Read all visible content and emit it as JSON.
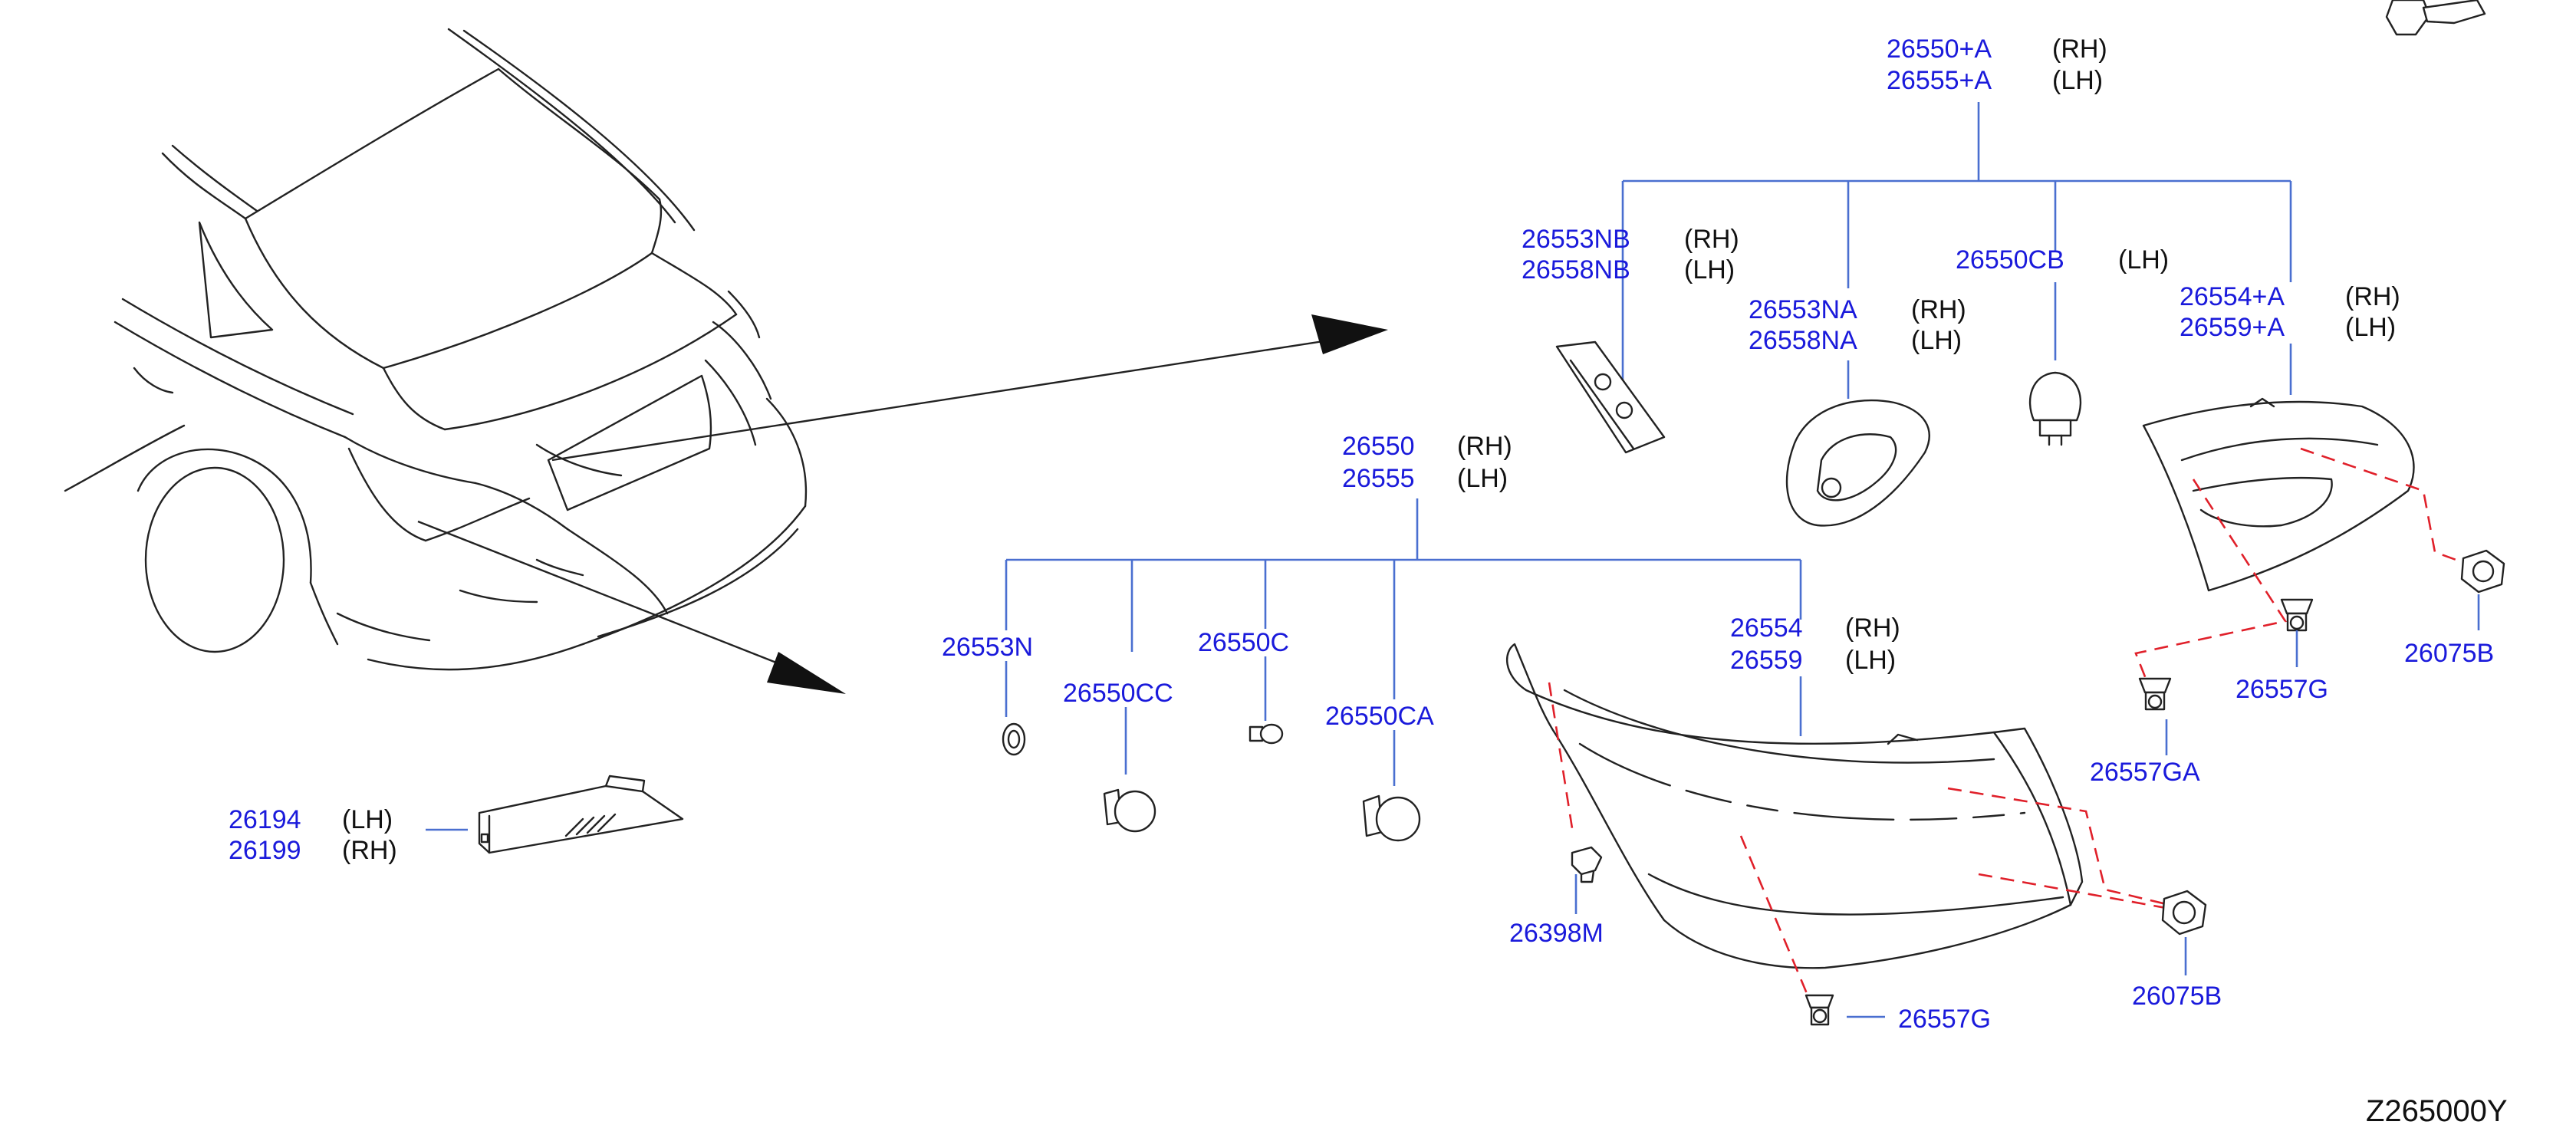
{
  "diagram_ref": "Z265000Y",
  "colors": {
    "part_number": "#1a1adb",
    "leader_line": "#4a6fd0",
    "side": "#111111",
    "dashed_guide": "#e0202a",
    "drawing": "#222222"
  },
  "groups": {
    "upper_assembly": {
      "part1": "26550+A",
      "side1": "(RH)",
      "part2": "26555+A",
      "side2": "(LH)"
    },
    "lower_assembly": {
      "part1": "26550",
      "side1": "(RH)",
      "part2": "26555",
      "side2": "(LH)"
    }
  },
  "labels": {
    "p26553NB": "26553NB",
    "s26553NB": "(RH)",
    "p26558NB": "26558NB",
    "s26558NB": "(LH)",
    "p26553NA": "26553NA",
    "s26553NA": "(RH)",
    "p26558NA": "26558NA",
    "s26558NA": "(LH)",
    "p26550CB": "26550CB",
    "s26550CB": "(LH)",
    "p26554A": "26554+A",
    "s26554A": "(RH)",
    "p26559A": "26559+A",
    "s26559A": "(LH)",
    "p26557G_upper": "26557G",
    "p26075B_upper": "26075B",
    "p26557GA": "26557GA",
    "p26553N": "26553N",
    "p26550CC": "26550CC",
    "p26550C": "26550C",
    "p26550CA": "26550CA",
    "p26554": "26554",
    "s26554": "(RH)",
    "p26559": "26559",
    "s26559": "(LH)",
    "p26398M": "26398M",
    "p26557G_lower": "26557G",
    "p26075B_lower": "26075B",
    "p26194": "26194",
    "s26194": "(LH)",
    "p26199": "26199",
    "s26199": "(RH)"
  },
  "icons": [
    "car-rear-icon",
    "tail-lamp-icon",
    "bulb-icon",
    "socket-icon",
    "clip-icon",
    "nut-icon",
    "grommet-icon",
    "reflector-icon"
  ]
}
